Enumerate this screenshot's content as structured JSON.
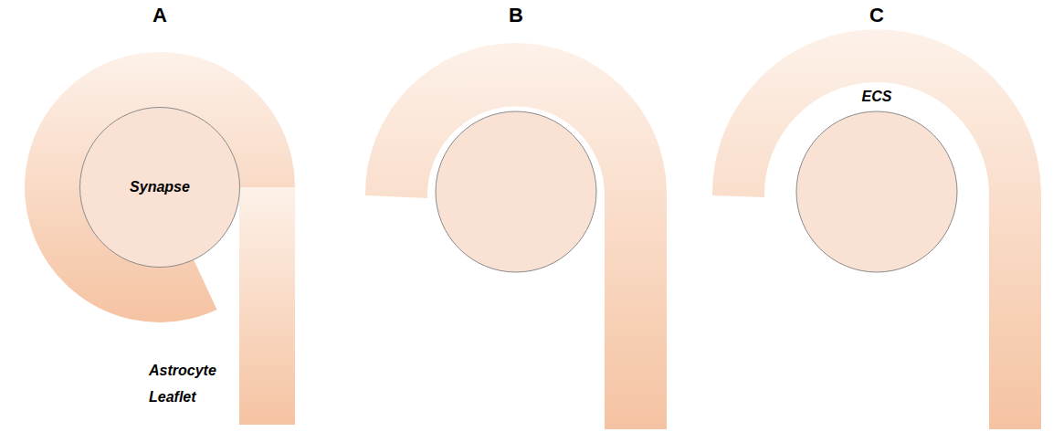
{
  "diagram": {
    "nodes": [
      {
        "text": [
          "Synapse"
        ]
      }
    ],
    "labels": [
      "A",
      "B",
      "C",
      "Astrocyte Leaflet",
      "ECS"
    ]
  }
}
